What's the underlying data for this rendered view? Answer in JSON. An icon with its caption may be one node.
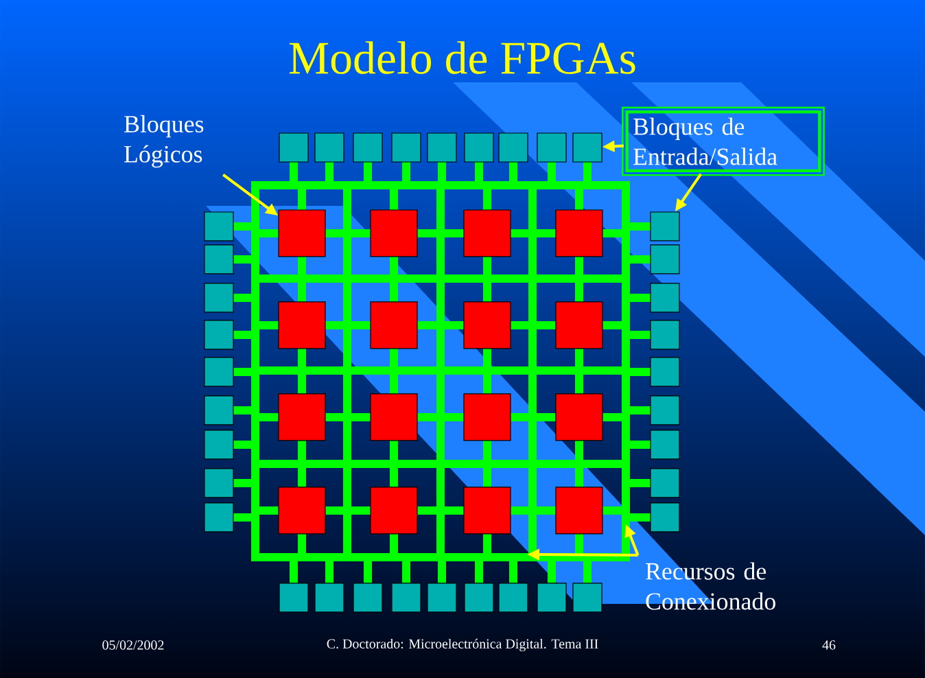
{
  "diagram": {
    "title": "Modelo de FPGAs",
    "nodes": [
      {
        "text": [
          "Bloques Lógicos"
        ]
      },
      {
        "text": [
          "Bloques de Entrada/Salida"
        ]
      },
      {
        "text": [
          "Recursos de Conexionado"
        ]
      },
      {
        "text": [],
        "shape": "box"
      },
      {
        "text": [],
        "shape": "box"
      },
      {
        "text": [],
        "shape": "box"
      },
      {
        "text": [],
        "shape": "box"
      },
      {
        "text": [],
        "shape": "box"
      },
      {
        "text": [],
        "shape": "box"
      },
      {
        "text": [],
        "shape": "box"
      },
      {
        "text": [],
        "shape": "box"
      },
      {
        "text": [],
        "shape": "box"
      },
      {
        "text": [],
        "shape": "box"
      },
      {
        "text": [],
        "shape": "box"
      },
      {
        "text": [],
        "shape": "box"
      },
      {
        "text": [],
        "shape": "box"
      },
      {
        "text": [],
        "shape": "box"
      },
      {
        "text": [],
        "shape": "box"
      },
      {
        "text": [],
        "shape": "box"
      },
      {
        "text": [],
        "shape": "box"
      },
      {
        "text": [],
        "shape": "box"
      },
      {
        "text": [],
        "shape": "box"
      },
      {
        "text": [],
        "shape": "box"
      },
      {
        "text": [],
        "shape": "box"
      },
      {
        "text": [],
        "shape": "box"
      },
      {
        "text": [],
        "shape": "box"
      },
      {
        "text": [],
        "shape": "box"
      },
      {
        "text": [],
        "shape": "box"
      },
      {
        "text": [],
        "shape": "box"
      },
      {
        "text": [],
        "shape": "box"
      },
      {
        "text": [],
        "shape": "box"
      },
      {
        "text": [],
        "shape": "box"
      },
      {
        "text": [],
        "shape": "box"
      },
      {
        "text": [],
        "shape": "box"
      },
      {
        "text": [],
        "shape": "box"
      },
      {
        "text": [],
        "shape": "box"
      },
      {
        "text": [],
        "shape": "box"
      },
      {
        "text": [],
        "shape": "box"
      },
      {
        "text": [],
        "shape": "box"
      },
      {
        "text": [],
        "shape": "box"
      },
      {
        "text": [],
        "shape": "box"
      },
      {
        "text": [],
        "shape": "box"
      },
      {
        "text": [],
        "shape": "box"
      },
      {
        "text": [],
        "shape": "box"
      },
      {
        "text": [],
        "shape": "box"
      },
      {
        "text": [],
        "shape": "box"
      },
      {
        "text": [],
        "shape": "box"
      },
      {
        "text": [],
        "shape": "box"
      },
      {
        "text": [],
        "shape": "box"
      },
      {
        "text": [],
        "shape": "box"
      },
      {
        "text": [],
        "shape": "box"
      },
      {
        "text": [],
        "shape": "box"
      },
      {
        "text": [],
        "shape": "box"
      },
      {
        "text": [],
        "shape": "box"
      },
      {
        "text": [],
        "shape": "box"
      }
    ],
    "edges": [
      {
        "from": 0,
        "to": 21,
        "arrow": "to"
      },
      {
        "from": 1,
        "to": 11,
        "arrow": "to"
      },
      {
        "from": 1,
        "to": 37,
        "arrow": "to"
      },
      {
        "from": 2,
        "to": null,
        "arrow": "to"
      },
      {
        "from": 2,
        "to": null,
        "arrow": "to"
      }
    ],
    "labels": [
      "05/02/2002",
      "C. Doctorado: Microelectrónica Digital.  Tema III",
      "46"
    ]
  }
}
